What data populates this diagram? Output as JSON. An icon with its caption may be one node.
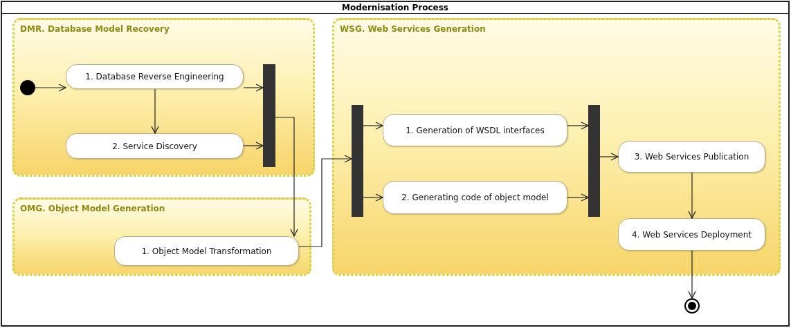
{
  "diagram": {
    "nodes": [
      {
        "text": [
          "Modernisation Process"
        ]
      },
      {
        "text": [
          "DMR. Database Model Recovery"
        ],
        "in": 0
      },
      {
        "text": [
          "1. Database Reverse Engineering"
        ],
        "in": 1
      },
      {
        "text": [
          "2. Service Discovery"
        ],
        "in": 1
      },
      {
        "text": [],
        "shape": "bar",
        "in": 1
      },
      {
        "text": [
          "OMG. Object Model Generation"
        ],
        "in": 0
      },
      {
        "text": [
          "1. Object Model Transformation"
        ],
        "in": 5
      },
      {
        "text": [
          "WSG. Web Services Generation"
        ],
        "in": 0
      },
      {
        "text": [],
        "shape": "bar",
        "in": 7
      },
      {
        "text": [
          "1. Generation of WSDL interfaces"
        ],
        "in": 7
      },
      {
        "text": [
          "2. Generating code of object model"
        ],
        "in": 7
      },
      {
        "text": [],
        "shape": "bar",
        "in": 7
      },
      {
        "text": [
          "3. Web Services Publication"
        ],
        "in": 7
      },
      {
        "text": [
          "4. Web Services Deployment"
        ],
        "in": 7
      },
      {
        "text": [],
        "shape": "circle",
        "in": 1
      },
      {
        "text": [],
        "shape": "circle",
        "in": 0
      }
    ],
    "edges": [
      {
        "from": 14,
        "to": 2,
        "arrow": "to"
      },
      {
        "from": 2,
        "to": 3,
        "arrow": "to"
      },
      {
        "from": 2,
        "to": 4,
        "arrow": "to"
      },
      {
        "from": 3,
        "to": 4,
        "arrow": "to"
      },
      {
        "from": 4,
        "to": 6,
        "arrow": "to"
      },
      {
        "from": 6,
        "to": 8,
        "arrow": "to"
      },
      {
        "from": 8,
        "to": 9,
        "arrow": "to"
      },
      {
        "from": 8,
        "to": 10,
        "arrow": "to"
      },
      {
        "from": 9,
        "to": 11,
        "arrow": "to"
      },
      {
        "from": 10,
        "to": 11,
        "arrow": "to"
      },
      {
        "from": 11,
        "to": 12,
        "arrow": "to"
      },
      {
        "from": 12,
        "to": 13,
        "arrow": "to"
      },
      {
        "from": 13,
        "to": 15,
        "arrow": "to"
      }
    ]
  }
}
